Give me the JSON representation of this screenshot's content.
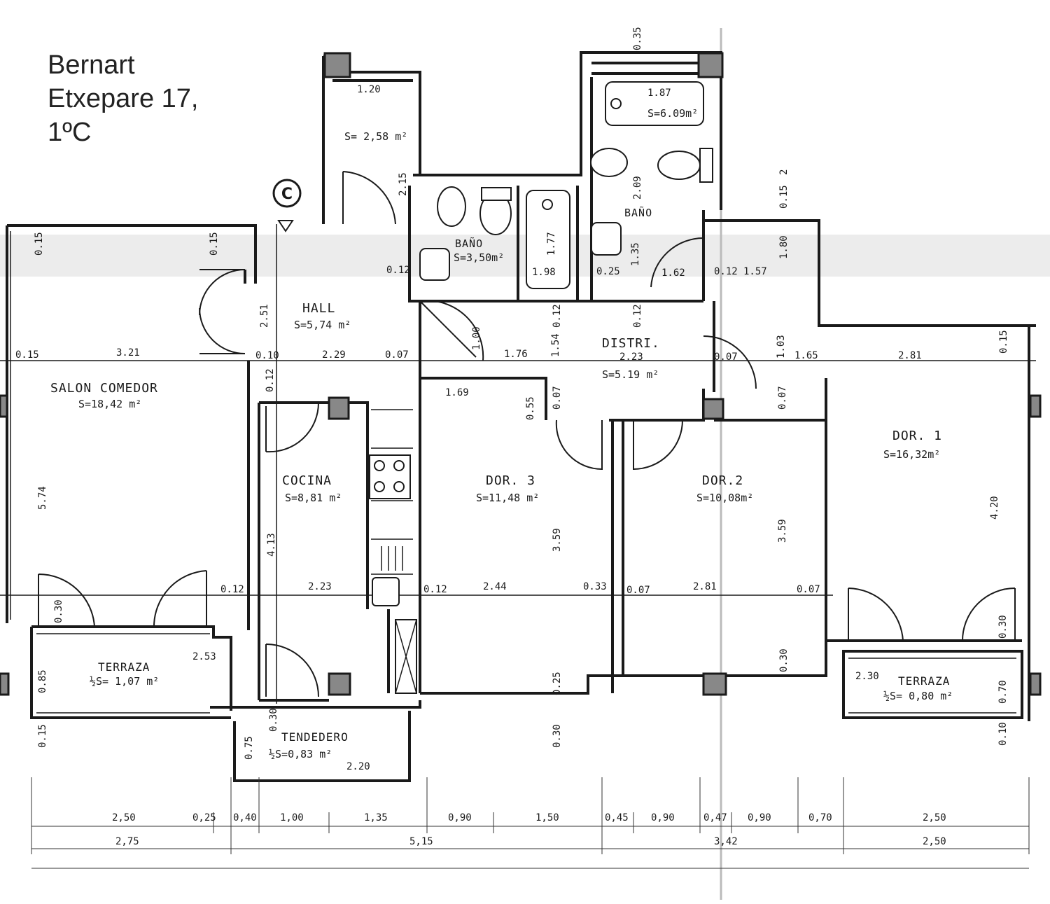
{
  "title_lines": [
    "Bernart",
    "Etxepare 17,",
    "1ºC"
  ],
  "entrance_marker": "C",
  "rooms": {
    "hall": {
      "name": "HALL",
      "area": "S=5,74 m²"
    },
    "storage": {
      "name": "",
      "area": "S= 2,58 m²"
    },
    "bath1": {
      "name": "BAÑO",
      "area": "S=3,50m²"
    },
    "bath2": {
      "name": "BAÑO",
      "area": "S=6.09m²"
    },
    "distri": {
      "name": "DISTRI.",
      "area": "S=5.19 m²"
    },
    "salon": {
      "name": "SALON  COMEDOR",
      "area": "S=18,42 m²"
    },
    "cocina": {
      "name": "COCINA",
      "area": "S=8,81 m²"
    },
    "dor3": {
      "name": "DOR. 3",
      "area": "S=11,48 m²"
    },
    "dor2": {
      "name": "DOR.2",
      "area": "S=10,08m²"
    },
    "dor1": {
      "name": "DOR. 1",
      "area": "S=16,32m²"
    },
    "terraza_left": {
      "name": "TERRAZA",
      "area": "½S= 1,07 m²"
    },
    "terraza_right": {
      "name": "TERRAZA",
      "area": "½S= 0,80 m²"
    },
    "tendedero": {
      "name": "TENDEDERO",
      "area": "½S=0,83 m²"
    }
  },
  "dims": {
    "d_120": "1.20",
    "d_215": "2.15",
    "d_035": "0.35",
    "d_187": "1.87",
    "d_209": "2.09",
    "d_015a": "0.15",
    "d_015b": "0.15",
    "d_015c": "0.15",
    "d_2": "2",
    "d_177": "1.77",
    "d_198": "1.98",
    "d_012a": "0.12",
    "d_025a": "0.25",
    "d_135": "1.35",
    "d_162": "1.62",
    "d_012b": "0.12",
    "d_157": "1.57",
    "d_180": "1.80",
    "d_251": "2.51",
    "d_012c": "0.12",
    "d_012d": "0.12",
    "d_321": "3.21",
    "d_010": "0.10",
    "d_229": "2.29",
    "d_007a": "0.07",
    "d_100": "1.00",
    "d_176": "1.76",
    "d_154": "1.54",
    "d_223a": "2.23",
    "d_007b": "0.07",
    "d_103": "1.03",
    "d_165": "1.65",
    "d_281a": "2.81",
    "d_015d": "0.15",
    "d_012e": "0.12",
    "d_169": "1.69",
    "d_055": "0.55",
    "d_007c": "0.07",
    "d_007d": "0.07",
    "d_574": "5.74",
    "d_413": "4.13",
    "d_359a": "3.59",
    "d_359b": "3.59",
    "d_420": "4.20",
    "d_012f": "0.12",
    "d_223b": "2.23",
    "d_012g": "0.12",
    "d_244": "2.44",
    "d_033": "0.33",
    "d_007e": "0.07",
    "d_281b": "2.81",
    "d_007f": "0.07",
    "d_030a": "0.30",
    "d_253": "2.53",
    "d_085": "0.85",
    "d_025b": "0.25",
    "d_030b": "0.30",
    "d_230": "2.30",
    "d_030c": "0.30",
    "d_070": "0.70",
    "d_015e": "0.15",
    "d_030d": "0.30",
    "d_075": "0.75",
    "d_220": "2.20",
    "d_030e": "0.30",
    "d_010b": "0.10"
  },
  "bottom_row1": [
    "2,50",
    "0,25",
    "0,40",
    "1,00",
    "1,35",
    "0,90",
    "1,50",
    "0,45",
    "0,90",
    "0,47",
    "0,90",
    "0,70",
    "2,50"
  ],
  "bottom_row2": [
    "2,75",
    "5,15",
    "3,42",
    "2,50"
  ]
}
